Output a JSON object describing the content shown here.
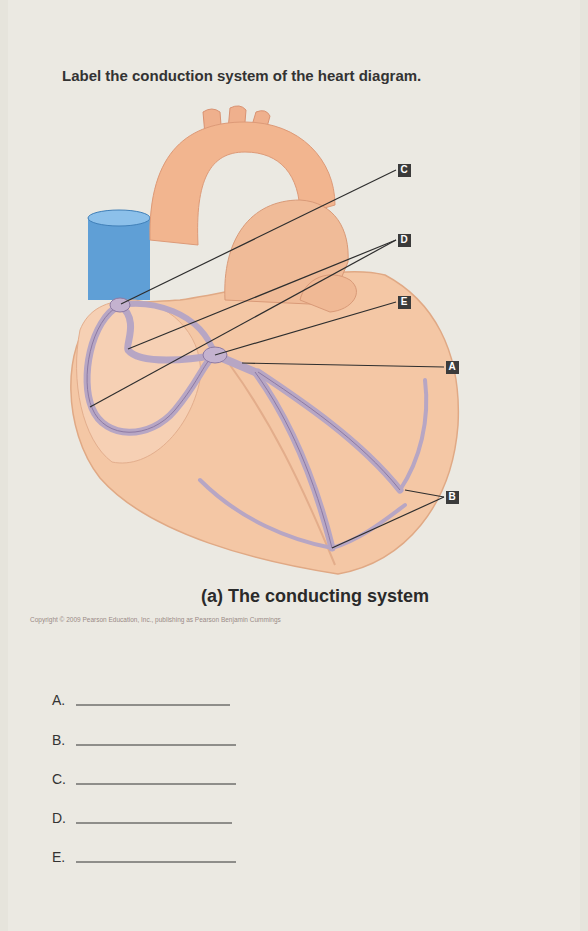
{
  "diagram": {
    "title": "Label the conduction system of the heart diagram.",
    "caption": "(a) The conducting system",
    "nodes": [
      {
        "text": [
          "C"
        ]
      },
      {
        "text": [
          "D"
        ]
      },
      {
        "text": [
          "E"
        ]
      },
      {
        "text": [
          "A"
        ]
      },
      {
        "text": [
          "B"
        ]
      }
    ],
    "labels": [
      "Copyright © 2009 Pearson Education, Inc., publishing as Pearson Benjamin Cummings",
      "A.",
      "B.",
      "C.",
      "D.",
      "E."
    ]
  }
}
